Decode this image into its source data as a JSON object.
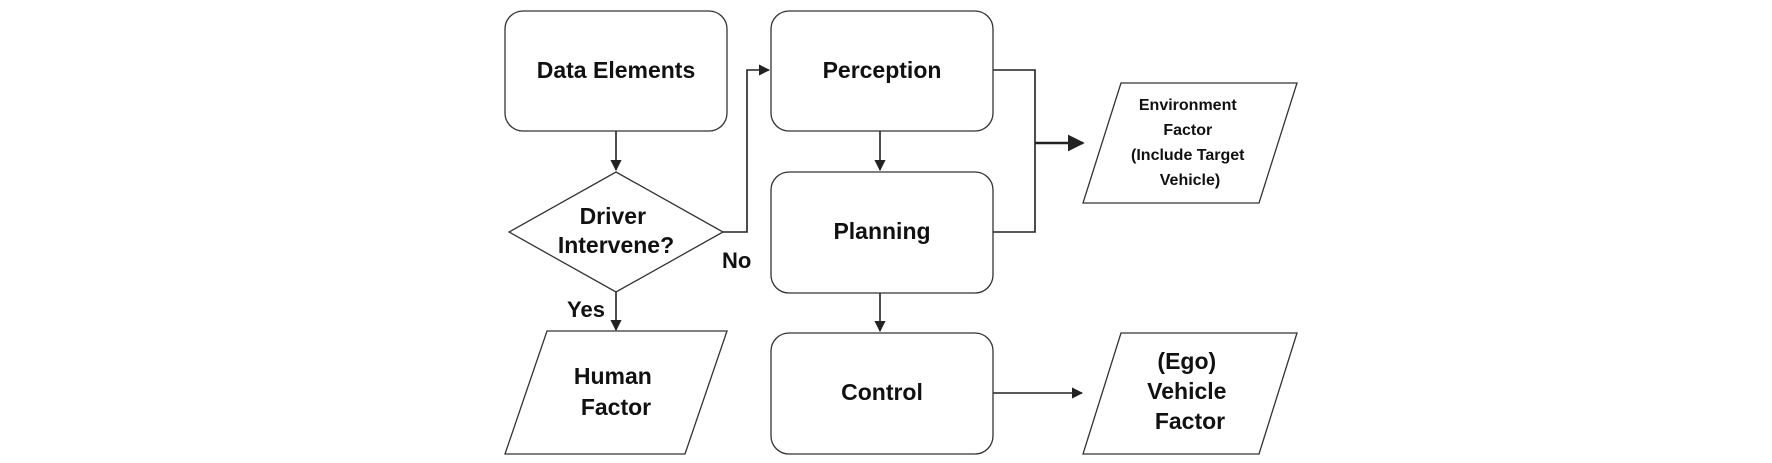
{
  "nodes": {
    "data_elements": "Data Elements",
    "driver_intervene": [
      "Driver",
      "Intervene?"
    ],
    "human_factor": [
      "Human",
      "Factor"
    ],
    "perception": "Perception",
    "planning": "Planning",
    "control": "Control",
    "environment_factor": [
      "Environment",
      "Factor",
      "(Include Target",
      "Vehicle)"
    ],
    "vehicle_factor": [
      "(Ego)",
      "Vehicle",
      "Factor"
    ]
  },
  "edge_labels": {
    "no": "No",
    "yes": "Yes"
  },
  "colors": {
    "stroke": "#333333",
    "fill": "#ffffff",
    "text": "#111111"
  }
}
